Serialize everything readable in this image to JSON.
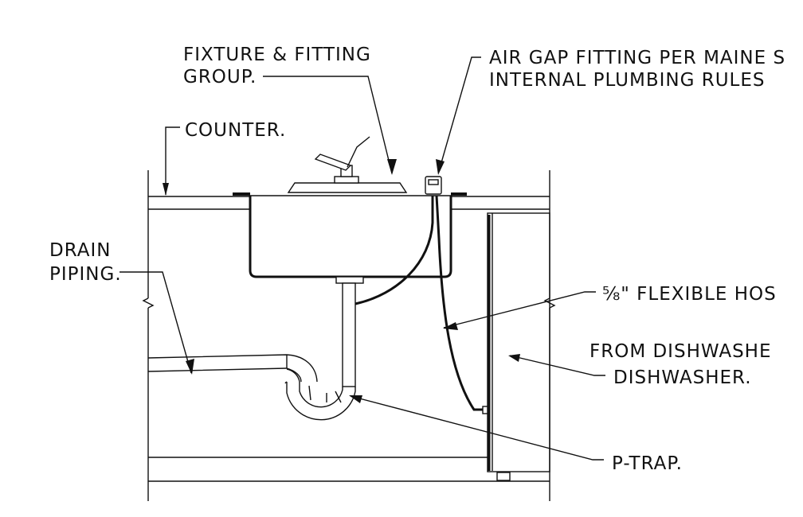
{
  "labels": {
    "fixture_line1": "FIXTURE & FITTING",
    "fixture_line2": "GROUP.",
    "air_gap_line1": "AIR GAP FITTING PER MAINE S",
    "air_gap_line2": "INTERNAL PLUMBING RULES",
    "counter": "COUNTER.",
    "drain_line1": "DRAIN",
    "drain_line2": "PIPING.",
    "hose_line1": "⅝\" FLEXIBLE HOS",
    "hose_line2": "FROM DISHWASHE",
    "dishwasher": "DISHWASHER.",
    "ptrap": "P-TRAP."
  },
  "colors": {
    "line": "#111111",
    "background": "#ffffff"
  }
}
